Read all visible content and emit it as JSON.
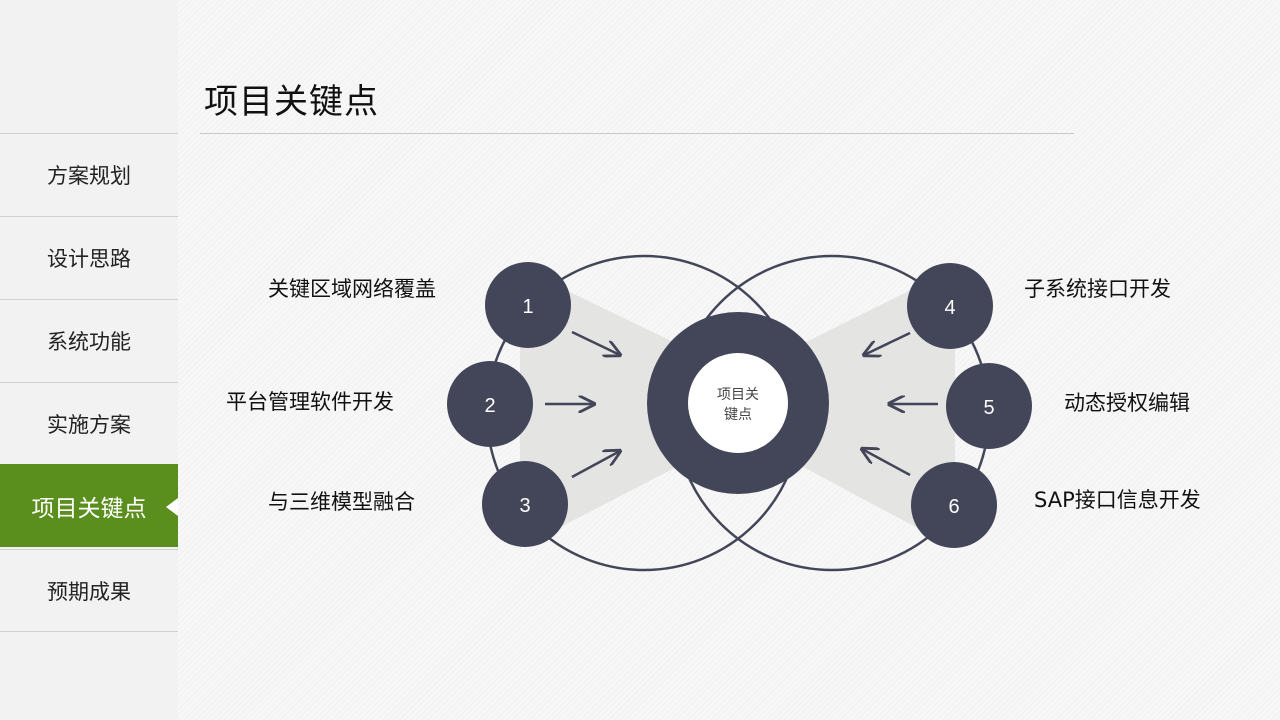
{
  "sidebar": {
    "items": [
      {
        "label": "方案规划"
      },
      {
        "label": "设计思路"
      },
      {
        "label": "系统功能"
      },
      {
        "label": "实施方案"
      },
      {
        "label": "项目关键点"
      },
      {
        "label": "预期成果"
      }
    ],
    "active_label": "项目关键点"
  },
  "header": {
    "title": "项目关键点"
  },
  "diagram": {
    "center_label_line1": "项目关",
    "center_label_line2": "键点",
    "nodes": [
      {
        "num": "1",
        "label": "关键区域网络覆盖"
      },
      {
        "num": "2",
        "label": "平台管理软件开发"
      },
      {
        "num": "3",
        "label": "与三维模型融合"
      },
      {
        "num": "4",
        "label": "子系统接口开发"
      },
      {
        "num": "5",
        "label": "动态授权编辑"
      },
      {
        "num": "6",
        "label": "SAP接口信息开发"
      }
    ]
  },
  "colors": {
    "accent": "#5a8f1d",
    "node": "#434659",
    "ring": "#434659",
    "beam": "#e4e4e2"
  }
}
